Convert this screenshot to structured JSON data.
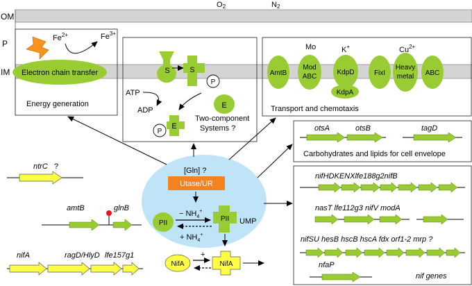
{
  "colors": {
    "green": "#99cc33",
    "membrane": "#d4d4d4",
    "yellow": "#ffff44",
    "orange": "#f58220",
    "blue": "#bfe3f7",
    "lightning": "#f7941d"
  },
  "layers": {
    "om": "OM",
    "p": "P",
    "im": "IM"
  },
  "gases": {
    "o2": "O",
    "o2_sub": "2",
    "n2": "N",
    "n2_sub": "2"
  },
  "energy": {
    "fe2": "Fe",
    "fe2_sup": "2+",
    "fe3": "Fe",
    "fe3_sup": "3+",
    "electron_chain": "Electron chain transfer",
    "caption": "Energy generation"
  },
  "twocomp": {
    "s1": "S",
    "s2": "S",
    "p1": "P",
    "atp": "ATP",
    "adp": "ADP",
    "e1": "E",
    "e2": "E",
    "p2": "P",
    "caption_line1": "Two-component",
    "caption_line2": "Systems ?"
  },
  "transport": {
    "mo": "Mo",
    "k": "K",
    "k_sup": "+",
    "cu": "Cu",
    "cu_sup": "2+",
    "amtb": "AmtB",
    "mod_line1": "Mod",
    "mod_line2": "ABC",
    "kdpd": "KdpD",
    "kdpa": "KdpA",
    "fixi": "FixI",
    "heavy_line1": "Heavy",
    "heavy_line2": "metal",
    "abc": "ABC",
    "caption": "Transport and chemotaxis"
  },
  "carbs": {
    "otsa": "otsA",
    "otsb": "otsB",
    "tagd": "tagD",
    "caption": "Carbohydrates and lipids for cell envelope"
  },
  "nifbox": {
    "row1": "nifHDKENXlfe188g2nifB",
    "row2": "nasT lfe112g3 nifV  modA",
    "row3": "nifSU hesB hscB hscA fdx orf1-2 mrp  ?",
    "row4": "nfaP",
    "caption": "nif genes"
  },
  "left": {
    "ntrc": "ntrC",
    "ntrc_q": "?",
    "amtb": "amtB",
    "glnb": "glnB",
    "nifa": "nifA",
    "ragd": "ragD/HlyD",
    "lfe157": "lfe157g1"
  },
  "center": {
    "gln": "[Gln] ?",
    "utase": "Utase/UR",
    "nh4_minus": "− NH",
    "nh4_minus_sub": "4",
    "nh4_minus_sup": "+",
    "nh4_plus": "+ NH",
    "nh4_plus_sub": "4",
    "nh4_plus_sup": "+",
    "pii_left": "PII",
    "pii_right": "PII",
    "ump": "UMP",
    "nifa_left": "NifA",
    "nifa_right": "NifA",
    "plus": "+"
  }
}
